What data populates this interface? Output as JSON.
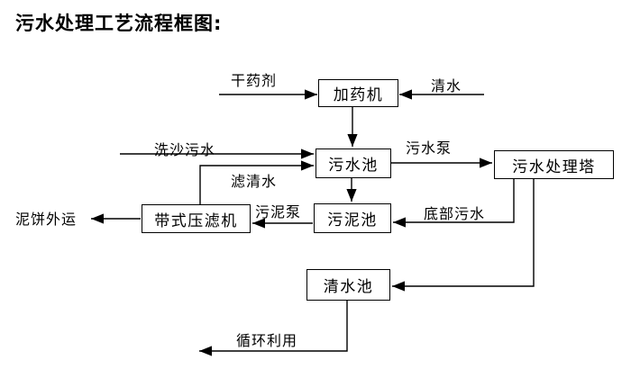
{
  "page": {
    "title": "污水处理工艺流程框图:"
  },
  "colors": {
    "ink": "#000000",
    "background": "#ffffff"
  },
  "flowchart": {
    "type": "process-flow-diagram",
    "nodes": [
      {
        "id": "dosing-machine",
        "label": "加药机"
      },
      {
        "id": "sewage-pool",
        "label": "污水池"
      },
      {
        "id": "sewage-treatment-tower",
        "label": "污水处理塔"
      },
      {
        "id": "sludge-pool",
        "label": "污泥池"
      },
      {
        "id": "belt-filter-press",
        "label": "带式压滤机"
      },
      {
        "id": "clean-water-pool",
        "label": "清水池"
      }
    ],
    "edges": [
      {
        "from": "dry-agent-input",
        "to": "dosing-machine",
        "label": "干药剂"
      },
      {
        "from": "clean-water-input",
        "to": "dosing-machine",
        "label": "清水"
      },
      {
        "from": "dosing-machine",
        "to": "sewage-pool",
        "label": ""
      },
      {
        "from": "sand-washing-sewage-input",
        "to": "sewage-pool",
        "label": "洗沙污水"
      },
      {
        "from": "belt-filter-press",
        "to": "sewage-pool",
        "label": "滤清水"
      },
      {
        "from": "sewage-pool",
        "to": "sewage-treatment-tower",
        "label": "污水泵"
      },
      {
        "from": "sewage-pool",
        "to": "sludge-pool",
        "label": ""
      },
      {
        "from": "sewage-treatment-tower",
        "to": "sludge-pool",
        "label": "底部污水"
      },
      {
        "from": "sewage-treatment-tower",
        "to": "clean-water-pool",
        "label": ""
      },
      {
        "from": "sludge-pool",
        "to": "belt-filter-press",
        "label": "污泥泵"
      },
      {
        "from": "belt-filter-press",
        "to": "mud-cake-outbound",
        "label": "泥饼外运"
      },
      {
        "from": "clean-water-pool",
        "to": "recycling-use",
        "label": "循环利用"
      }
    ]
  }
}
